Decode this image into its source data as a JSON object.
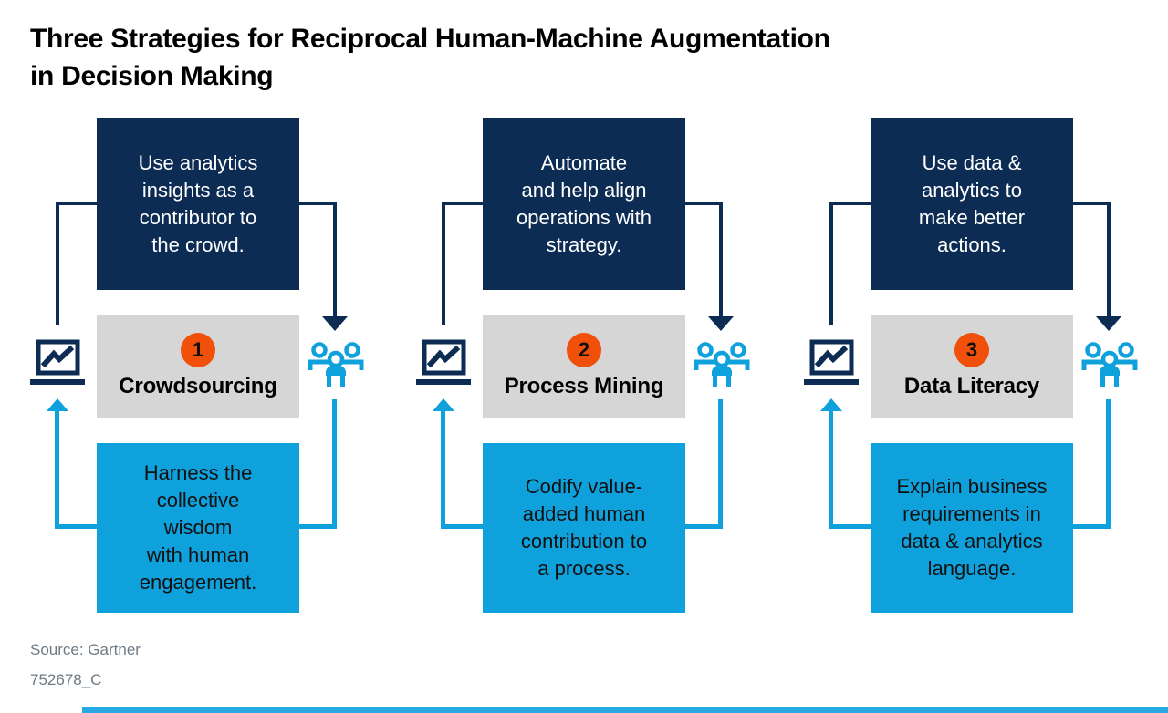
{
  "title": "Three Strategies for Reciprocal Human-Machine Augmentation\nin Decision Making",
  "strategies": [
    {
      "number": "1",
      "name": "Crowdsourcing",
      "machine_text": "Use analytics\ninsights as a\ncontributor to\nthe crowd.",
      "human_text": "Harness the\ncollective\nwisdom\nwith human\nengagement."
    },
    {
      "number": "2",
      "name": "Process Mining",
      "machine_text": "Automate\nand help align\noperations with\nstrategy.",
      "human_text": "Codify value-\nadded human\ncontribution to\na process."
    },
    {
      "number": "3",
      "name": "Data Literacy",
      "machine_text": "Use data &\nanalytics to\nmake better\nactions.",
      "human_text": "Explain business\nrequirements in\ndata & analytics\nlanguage."
    }
  ],
  "footer": {
    "source": "Source: Gartner",
    "figure_id": "752678_C"
  },
  "colors": {
    "navy": "#0D2C54",
    "light_blue": "#0FA1DC",
    "orange": "#F0500A",
    "gray_box": "#D6D6D6",
    "footer_text": "#6E7A84"
  },
  "icons": {
    "machine": "laptop-analytics-icon",
    "human": "crowd-icon"
  }
}
